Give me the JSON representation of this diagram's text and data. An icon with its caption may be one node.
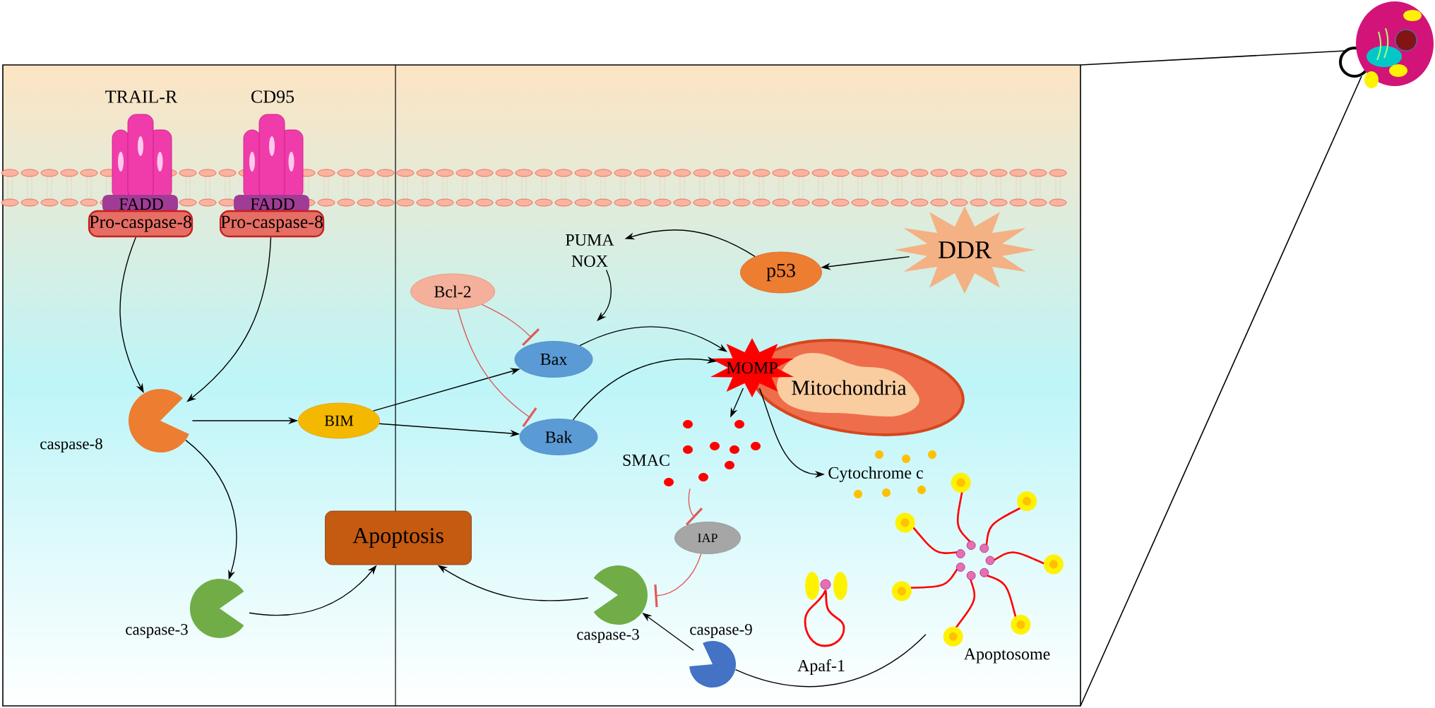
{
  "diagram": {
    "nodes": [
      {
        "text": [
          "TRAIL-R",
          "FADD",
          "Pro-caspase-8"
        ]
      },
      {
        "text": [
          "CD95",
          "FADD",
          "Pro-caspase-8"
        ]
      },
      {
        "text": [
          "Bcl-2"
        ]
      },
      {
        "text": [
          "PUMA NOX"
        ]
      },
      {
        "text": [
          "p53"
        ]
      },
      {
        "text": [
          "DDR"
        ]
      },
      {
        "text": [
          "Bax"
        ]
      },
      {
        "text": [
          "MOMP"
        ]
      },
      {
        "text": [
          "Mitochondria"
        ]
      },
      {
        "text": [],
        "shape": "picture",
        "beside": [
          "caspase-8"
        ]
      },
      {
        "text": [
          "BIM"
        ]
      },
      {
        "text": [
          "Bak"
        ]
      },
      {
        "text": [],
        "shape": "picture",
        "beside": [
          "SMAC"
        ]
      },
      {
        "text": [
          "Cytochrome c"
        ]
      },
      {
        "text": [
          "Apoptosis"
        ]
      },
      {
        "text": [
          "IAP"
        ]
      },
      {
        "text": [],
        "shape": "picture",
        "beside": [
          "caspase-3"
        ]
      },
      {
        "text": [],
        "shape": "picture",
        "beside": [
          "caspase-3"
        ]
      },
      {
        "text": [],
        "shape": "picture",
        "beside": [
          "caspase-9"
        ]
      },
      {
        "text": [],
        "shape": "picture",
        "beside": [
          "Apaf-1"
        ]
      },
      {
        "text": [],
        "shape": "picture",
        "beside": [
          "Apoptosome"
        ]
      }
    ],
    "edges": [
      {
        "from": 0,
        "to": 9,
        "arrow": "to"
      },
      {
        "from": 1,
        "to": 9,
        "arrow": "to"
      },
      {
        "from": 9,
        "to": 10,
        "arrow": "to"
      },
      {
        "from": 9,
        "to": 16,
        "arrow": "to"
      },
      {
        "from": 16,
        "to": 14,
        "arrow": "to"
      },
      {
        "from": 10,
        "to": 6,
        "arrow": "to"
      },
      {
        "from": 10,
        "to": 11,
        "arrow": "to"
      },
      {
        "from": 2,
        "to": 6,
        "arrow": "other",
        "color": "#e05a5a"
      },
      {
        "from": 2,
        "to": 11,
        "arrow": "other",
        "color": "#e05a5a"
      },
      {
        "from": 5,
        "to": 4,
        "arrow": "to"
      },
      {
        "from": 4,
        "to": 3,
        "arrow": "to"
      },
      {
        "from": 3,
        "to": null,
        "arrow": "to"
      },
      {
        "from": 6,
        "to": 7,
        "arrow": "to"
      },
      {
        "from": 11,
        "to": 7,
        "arrow": "to"
      },
      {
        "from": 7,
        "to": 12,
        "arrow": "to"
      },
      {
        "from": 7,
        "to": 13,
        "arrow": "to"
      },
      {
        "from": 12,
        "to": 15,
        "arrow": "other",
        "color": "#e05a5a"
      },
      {
        "from": 15,
        "to": 17,
        "arrow": "other",
        "color": "#e05a5a"
      },
      {
        "from": 17,
        "to": 14,
        "arrow": "to"
      },
      {
        "from": 18,
        "to": 17,
        "arrow": "to"
      },
      {
        "from": 20,
        "to": 18,
        "arrow": "none"
      }
    ]
  }
}
